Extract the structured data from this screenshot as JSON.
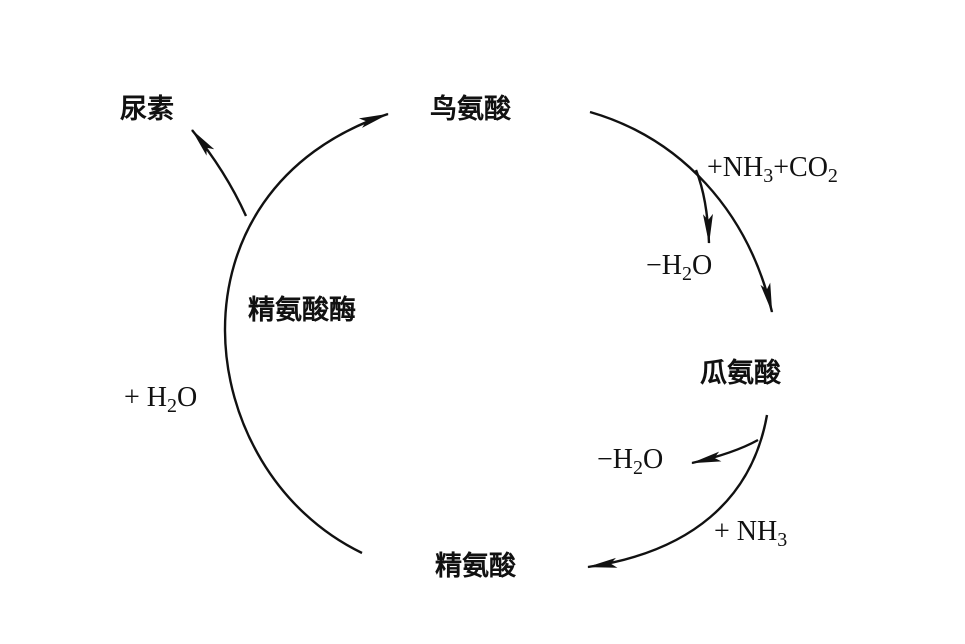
{
  "nodes": {
    "urea": "尿素",
    "ornithine": "鸟氨酸",
    "citrulline": "瓜氨酸",
    "arginine": "精氨酸",
    "arginase": "精氨酸酶"
  },
  "reagents": {
    "add_water": {
      "prefix": "+ H",
      "sub": "2",
      "suffix": "O"
    },
    "add_nh3_co2": {
      "p1": "+NH",
      "s1": "3",
      "p2": "+CO",
      "s2": "2"
    },
    "minus_water_1": {
      "prefix": "−H",
      "sub": "2",
      "suffix": "O"
    },
    "minus_water_2": {
      "prefix": "−H",
      "sub": "2",
      "suffix": "O"
    },
    "add_nh3": {
      "prefix": "+ NH",
      "sub": "3"
    }
  }
}
